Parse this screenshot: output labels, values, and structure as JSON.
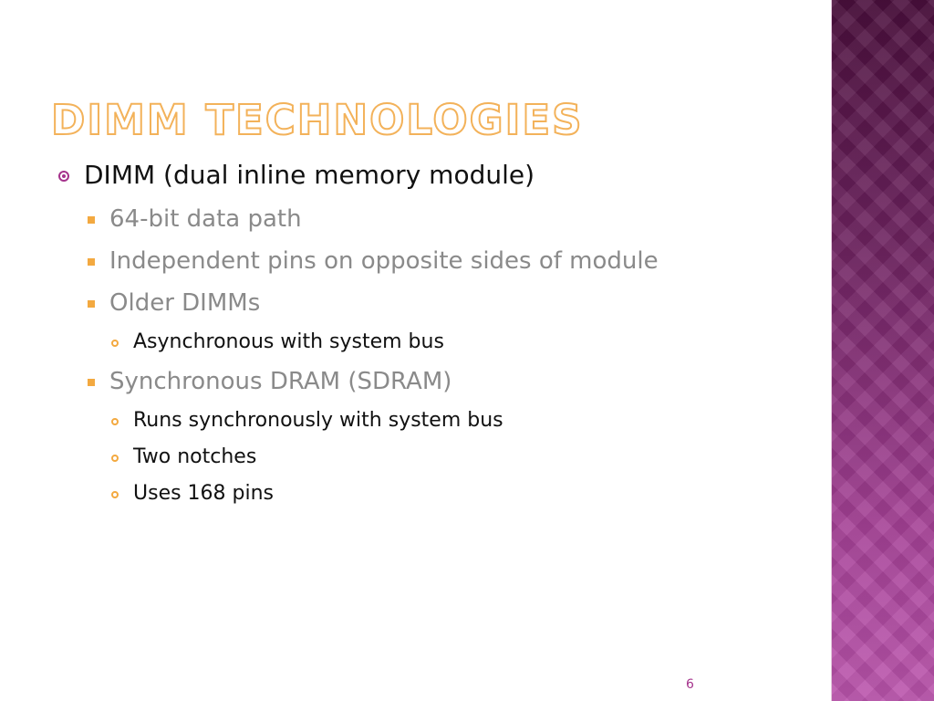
{
  "slide": {
    "title": "DIMM TECHNOLOGIES",
    "page_number": "6",
    "colors": {
      "title_outline": "#f3b25a",
      "primary_bullet": "#a5338c",
      "secondary_bullet": "#f3a940",
      "level2_text": "#8a8a8a",
      "side_panel": "#7a2a6c"
    },
    "bullets": [
      {
        "level": 1,
        "text": "DIMM (dual inline memory module)",
        "icon": "circle-dot-bullet-icon"
      },
      {
        "level": 2,
        "text": "64-bit data path",
        "icon": "square-bullet-icon"
      },
      {
        "level": 2,
        "text": "Independent pins on opposite sides of module",
        "icon": "square-bullet-icon"
      },
      {
        "level": 2,
        "text": "Older DIMMs",
        "icon": "square-bullet-icon"
      },
      {
        "level": 3,
        "text": "Asynchronous with system bus",
        "icon": "ring-bullet-icon"
      },
      {
        "level": 2,
        "text": "Synchronous DRAM (SDRAM)",
        "icon": "square-bullet-icon"
      },
      {
        "level": 3,
        "text": "Runs synchronously with system bus",
        "icon": "ring-bullet-icon"
      },
      {
        "level": 3,
        "text": "Two notches",
        "icon": "ring-bullet-icon"
      },
      {
        "level": 3,
        "text": "Uses 168 pins",
        "icon": "ring-bullet-icon"
      }
    ]
  }
}
